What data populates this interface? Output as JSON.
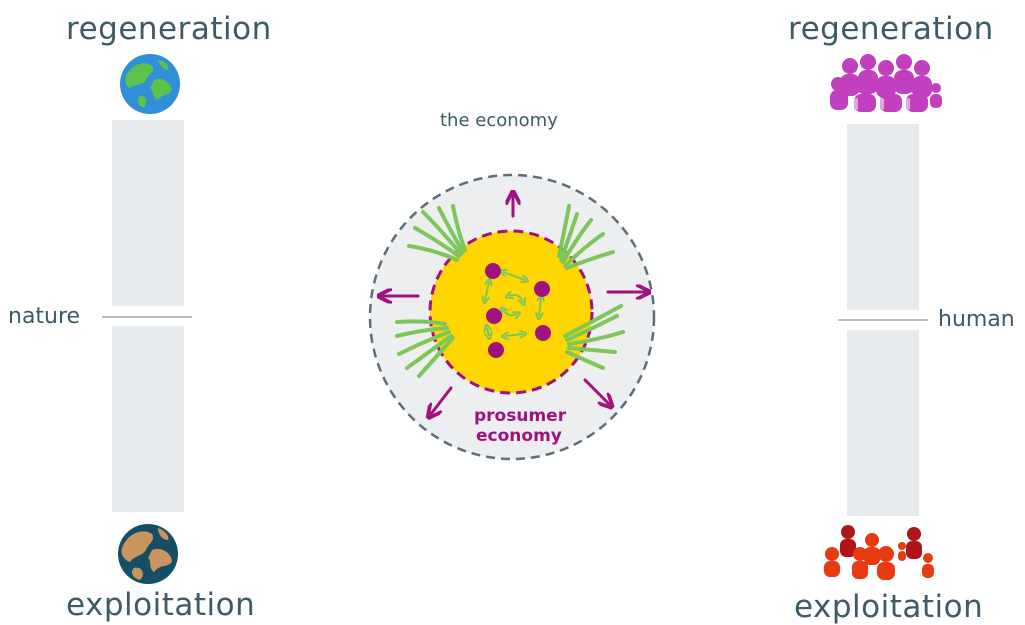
{
  "left": {
    "top_label": "regeneration",
    "bottom_label": "exploitation",
    "axis_label": "nature",
    "top_icon": "healthy-earth-icon",
    "bottom_icon": "damaged-earth-icon"
  },
  "right": {
    "top_label": "regeneration",
    "bottom_label": "exploitation",
    "axis_label": "human",
    "top_icon": "community-people-icon",
    "bottom_icon": "exploited-people-icon"
  },
  "center": {
    "title": "the economy",
    "inner_label_line1": "prosumer",
    "inner_label_line2": "economy"
  },
  "colors": {
    "text": "#3d5a66",
    "bar": "#e8ebee",
    "outer_circle": "#eceef0",
    "dash": "#5c6e7a",
    "inner_circle": "#ffd600",
    "magenta": "#a0127f",
    "green": "#7dc75a",
    "people_top": "#c23fc0",
    "people_bottom": "#d93a14"
  }
}
